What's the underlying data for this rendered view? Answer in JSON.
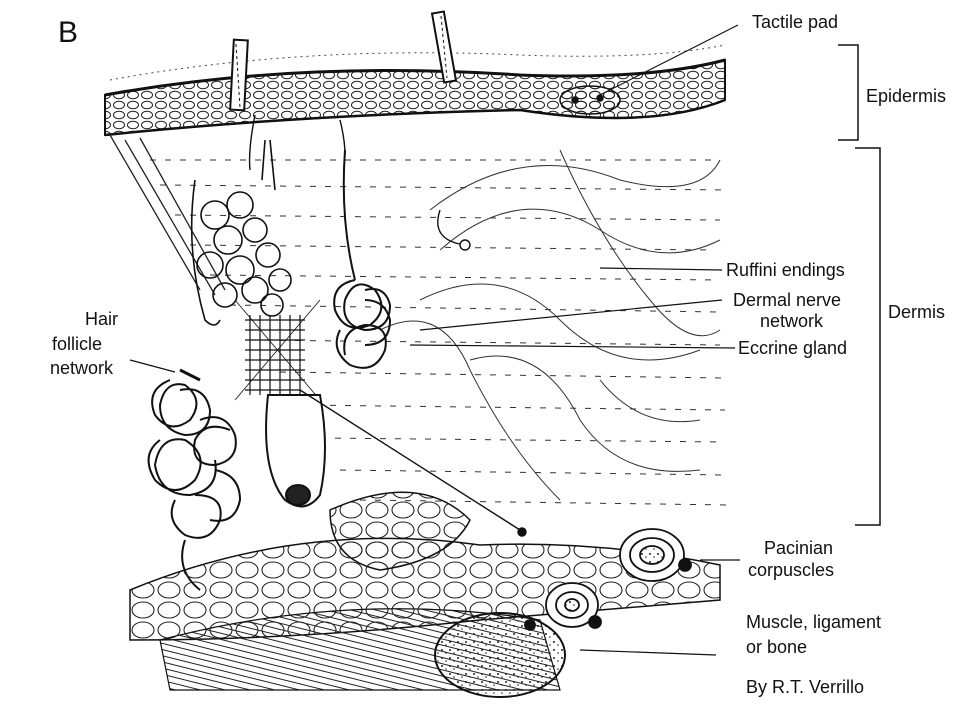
{
  "figure": {
    "panel_letter": "B",
    "labels": {
      "tactile_pad": "Tactile pad",
      "epidermis": "Epidermis",
      "ruffini": "Ruffini endings",
      "dermal_nerve_1": "Dermal nerve",
      "dermal_nerve_2": "network",
      "dermis": "Dermis",
      "eccrine": "Eccrine gland",
      "hair_1": "Hair",
      "hair_2": "follicle",
      "hair_3": "network",
      "pacinian_1": "Pacinian",
      "pacinian_2": "corpuscles",
      "muscle_1": "Muscle, ligament",
      "muscle_2": "or bone",
      "credit": "By R.T. Verrillo"
    }
  }
}
